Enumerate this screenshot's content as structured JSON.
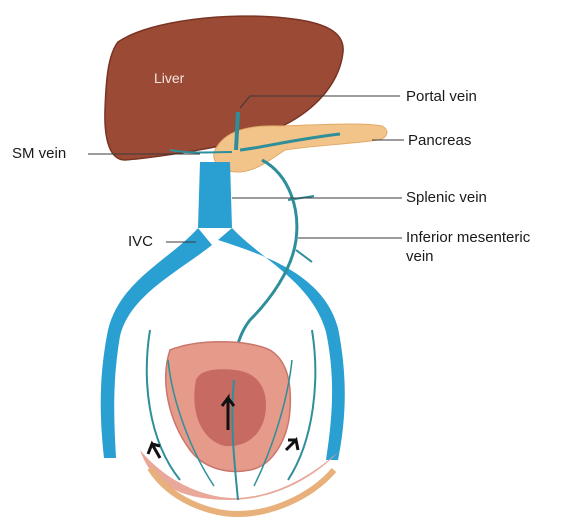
{
  "labels": {
    "liver": "Liver",
    "portal_vein": "Portal vein",
    "pancreas": "Pancreas",
    "sm_vein": "SM vein",
    "splenic_vein": "Splenic vein",
    "ivc": "IVC",
    "inferior_mesenteric_line1": "Inferior mesenteric",
    "inferior_mesenteric_line2": "vein"
  },
  "colors": {
    "liver": "#9b4a36",
    "pancreas": "#f3c48a",
    "vein": "#2a9fd1",
    "small_vessel": "#2e8f9a",
    "rectum": "#e59a8a",
    "leader_line": "#3a3a3a"
  }
}
